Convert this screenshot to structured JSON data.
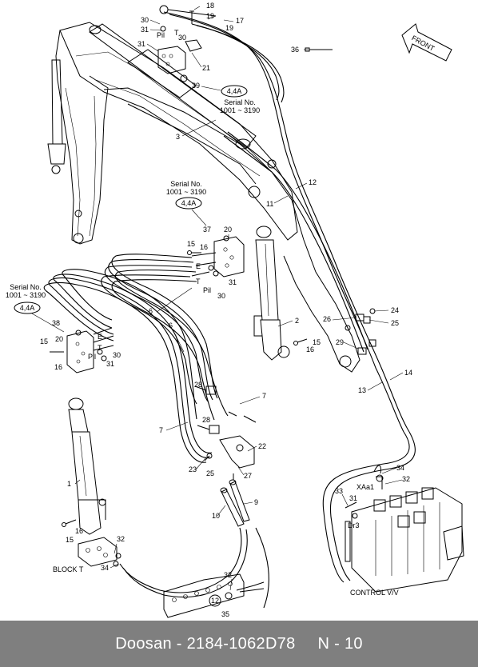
{
  "diagram": {
    "front_label": "FRONT",
    "serials": [
      {
        "id": "top",
        "line1": "Serial No.",
        "line2": "1001 ~ 3190",
        "badge": "4,4A",
        "ref": "39"
      },
      {
        "id": "mid",
        "line1": "Serial No.",
        "line2": "1001 ~ 3190",
        "badge": "4,4A",
        "ref": "37"
      },
      {
        "id": "left",
        "line1": "Serial No.",
        "line2": "1001 ~ 3190",
        "badge": "4,4A",
        "ref": "38"
      }
    ],
    "port_labels": {
      "pil_top": "Pil",
      "t_top": "T",
      "e_mid": "E",
      "t_mid": "T",
      "pil_mid": "Pil",
      "e_left": "E",
      "t_left": "T",
      "pil_left": "Pil",
      "xaa1": "XAa1",
      "dr3": "Dr3"
    },
    "block_label": "BLOCK T",
    "control_label": "CONTROL V/V",
    "callouts": {
      "c18": "18",
      "c19a": "19",
      "c17": "17",
      "c19b": "19",
      "c30a": "30",
      "c31a": "31",
      "c30b": "30",
      "c31b": "31",
      "c21": "21",
      "c36": "36",
      "c3": "3",
      "c12": "12",
      "c11": "11",
      "c20a": "20",
      "c15a": "15",
      "c16a": "16",
      "c31c": "31",
      "c30c": "30",
      "c6a": "6",
      "c6b": "6",
      "c2": "2",
      "c15b": "15",
      "c16b": "16",
      "c24": "24",
      "c26": "26",
      "c25a": "25",
      "c29": "29",
      "c14": "14",
      "c13": "13",
      "c20b": "20",
      "c15c": "15",
      "c16c": "16",
      "c30d": "30",
      "c31d": "31",
      "c28a": "28",
      "c7a": "7",
      "c28b": "28",
      "c7b": "7",
      "c22": "22",
      "c23": "23",
      "c25b": "25",
      "c27": "27",
      "c1": "1",
      "c9": "9",
      "c10": "10",
      "c16d": "16",
      "c15d": "15",
      "c32a": "32",
      "c34a": "34",
      "c32b": "32",
      "c12b": "12",
      "c35": "35",
      "c34b": "34",
      "c32c": "32",
      "c33": "33",
      "c31e": "31"
    }
  },
  "footer": {
    "brand_part": "Doosan - 2184-1062D78",
    "page": "N - 10"
  }
}
